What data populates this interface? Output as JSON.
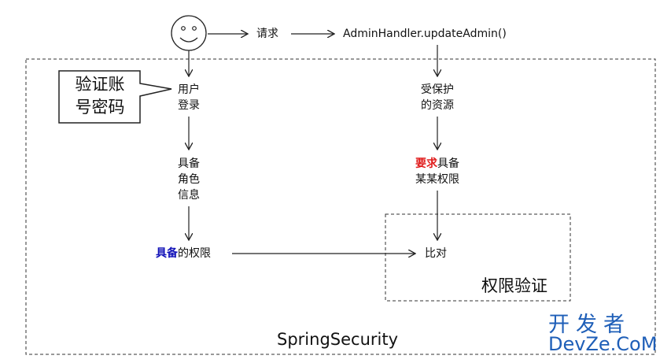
{
  "request_label": "请求",
  "endpoint_label": "AdminHandler.updateAdmin()",
  "callout": {
    "line1": "验证账",
    "line2": "号密码"
  },
  "user_login": {
    "line1": "用户",
    "line2": "登录"
  },
  "protected_resource": {
    "line1": "受保护",
    "line2": "的资源"
  },
  "role_info": {
    "line1": "具备",
    "line2": "角色",
    "line3": "信息"
  },
  "requires_permission": {
    "highlight": "要求",
    "rest": "具备",
    "line2": "某某权限"
  },
  "owned_permission": {
    "highlight": "具备",
    "rest": "的权限"
  },
  "compare_label": "比对",
  "permission_check_title": "权限验证",
  "outer_title": "SpringSecurity",
  "watermark": {
    "line1": "开发者",
    "line2": "DevZe.CoM"
  },
  "colors": {
    "red_accent": "#e01b1b",
    "blue_accent": "#1212b8",
    "watermark": "#1f5fb8"
  }
}
